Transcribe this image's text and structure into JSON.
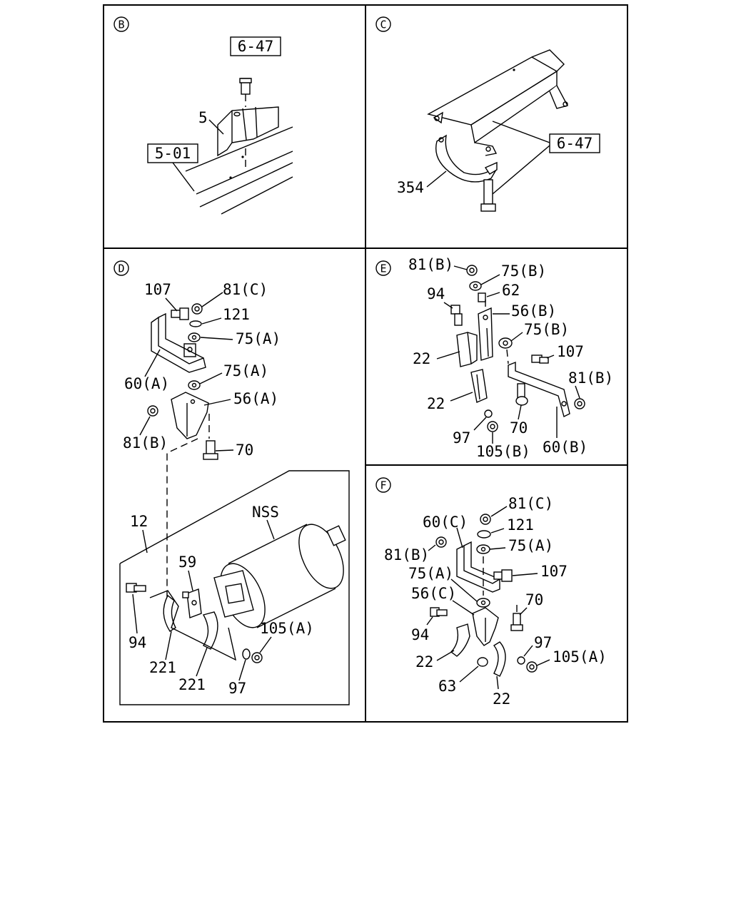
{
  "panels": {
    "B": {
      "id": "B",
      "labels": {
        "ref_top": "6-47",
        "part_5": "5",
        "ref_frame": "5-01"
      }
    },
    "C": {
      "id": "C",
      "labels": {
        "ref": "6-47",
        "part_354": "354"
      }
    },
    "D": {
      "id": "D",
      "labels": {
        "p107": "107",
        "p81c": "81(C)",
        "p121": "121",
        "p75a1": "75(A)",
        "p60a": "60(A)",
        "p75a2": "75(A)",
        "p56a": "56(A)",
        "p81b": "81(B)",
        "p70": "70",
        "p12": "12",
        "nss": "NSS",
        "p59": "59",
        "p94": "94",
        "p221a": "221",
        "p221b": "221",
        "p105a": "105(A)",
        "p97": "97"
      }
    },
    "E": {
      "id": "E",
      "labels": {
        "p81b_top": "81(B)",
        "p75b_top": "75(B)",
        "p94": "94",
        "p62": "62",
        "p56b": "56(B)",
        "p75b_mid": "75(B)",
        "p22a": "22",
        "p107": "107",
        "p81b_right": "81(B)",
        "p22b": "22",
        "p97": "97",
        "p70": "70",
        "p105b": "105(B)",
        "p60b": "60(B)"
      }
    },
    "F": {
      "id": "F",
      "labels": {
        "p81c": "81(C)",
        "p60c": "60(C)",
        "p121": "121",
        "p81b": "81(B)",
        "p75a_right": "75(A)",
        "p75a_left": "75(A)",
        "p107": "107",
        "p56c": "56(C)",
        "p70": "70",
        "p94": "94",
        "p97": "97",
        "p22a": "22",
        "p105a": "105(A)",
        "p63": "63",
        "p22b": "22"
      }
    }
  }
}
